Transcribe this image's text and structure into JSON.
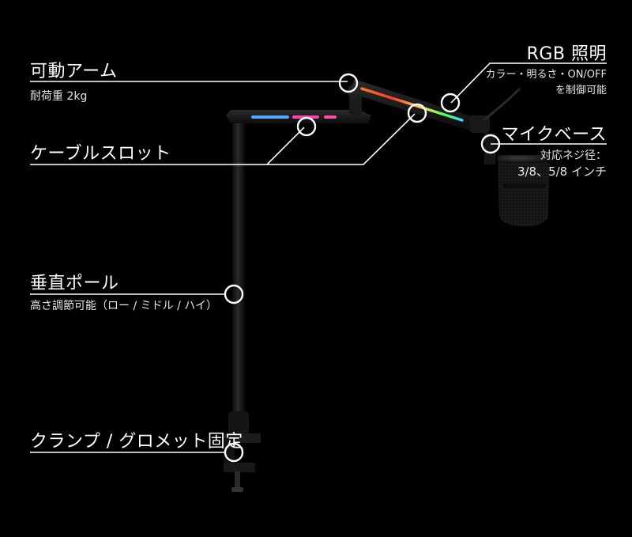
{
  "callouts": {
    "arm": {
      "title": "可動アーム",
      "sub": "耐荷重 2kg"
    },
    "rgb": {
      "title": "RGB 照明",
      "sub1": "カラー・明るさ・ON/OFF",
      "sub2": "を制御可能"
    },
    "mic_base": {
      "title": "マイクベース",
      "sub1": "対応ネジ径：",
      "sub2": "3/8、5/8 インチ"
    },
    "cable_slot": {
      "title": "ケーブルスロット"
    },
    "pole": {
      "title": "垂直ポール",
      "sub": "高さ調節可能（ロー / ミドル / ハイ）"
    },
    "clamp": {
      "title": "クランプ / グロメット固定"
    }
  },
  "colors": {
    "background": "#000000",
    "text": "#ffffff",
    "line": "#ffffff",
    "led_pink": "#ff3fb4",
    "led_blue": "#4fa8ff",
    "led_green": "#46ff6a",
    "led_orange": "#ff7a2a"
  }
}
